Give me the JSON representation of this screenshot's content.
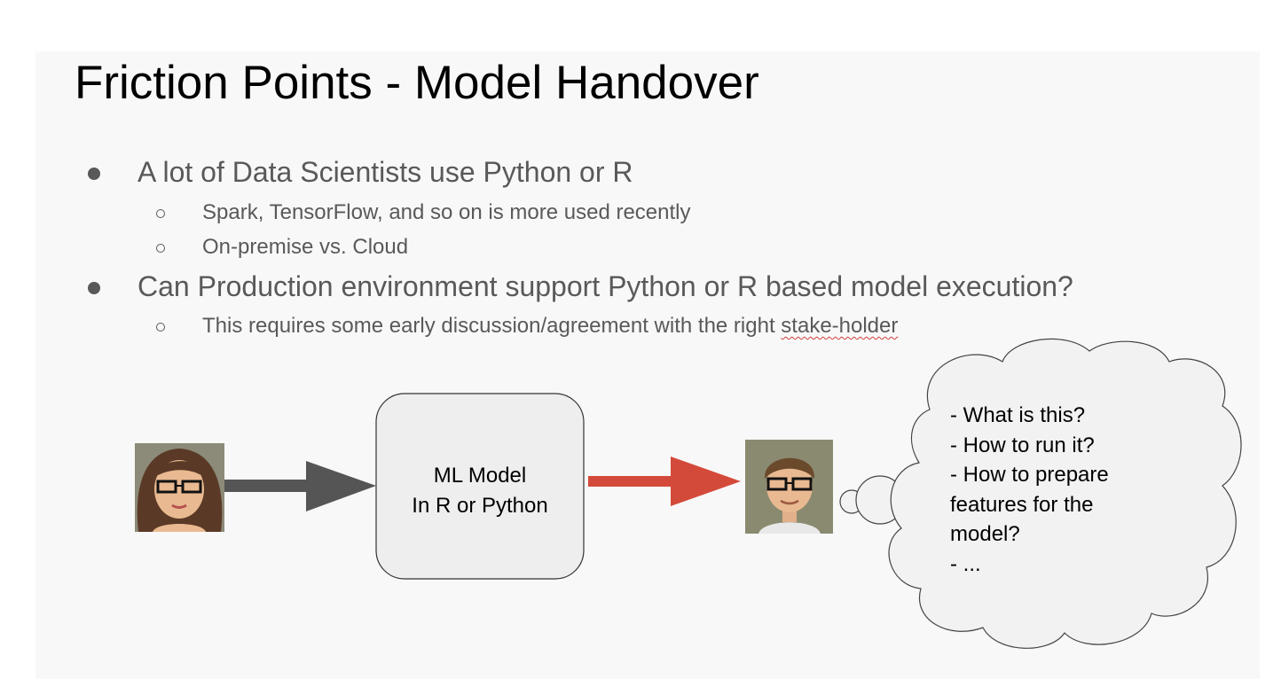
{
  "slide": {
    "title": "Friction Points - Model Handover",
    "bullets": [
      {
        "text": "A lot of Data Scientists use Python or R",
        "sub": [
          "Spark, TensorFlow, and so on is more used recently",
          "On-premise vs. Cloud"
        ]
      },
      {
        "text": "Can Production environment support Python or R based model execution?",
        "sub": [
          "This requires some early discussion/agreement with the right stake-holder"
        ]
      }
    ]
  },
  "diagram": {
    "model_box": {
      "line1": "ML Model",
      "line2": "In R or Python"
    },
    "thought_bubble": [
      "- What is this?",
      "- How to run it?",
      "- How to prepare",
      "features for the",
      "model?",
      "- ..."
    ],
    "colors": {
      "left_arrow": "#555555",
      "right_arrow": "#d44a3a",
      "box_fill": "#eeeeee",
      "cloud_fill": "#f2f2f2"
    },
    "icons": [
      "data-scientist-avatar-icon",
      "engineer-avatar-icon"
    ]
  }
}
